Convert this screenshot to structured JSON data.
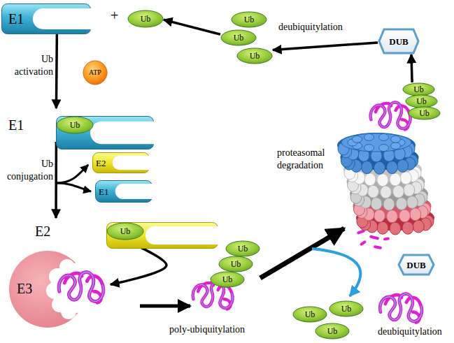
{
  "diagram": {
    "nodes": [
      {
        "text": [
          "E1"
        ]
      },
      {
        "text": [
          "Ub"
        ]
      },
      {
        "text": [
          "Ub"
        ]
      },
      {
        "text": [
          "Ub"
        ]
      },
      {
        "text": [
          "Ub"
        ]
      },
      {
        "text": [
          "DUB"
        ]
      },
      {
        "text": [
          "ATP"
        ]
      },
      {
        "text": [
          "E1"
        ]
      },
      {
        "text": [
          "Ub"
        ],
        "in": 7
      },
      {
        "text": [
          "E2"
        ]
      },
      {
        "text": [
          "E1"
        ]
      },
      {
        "text": [
          "E2"
        ]
      },
      {
        "text": [
          "Ub"
        ],
        "in": 11
      },
      {
        "text": [
          "E3"
        ]
      },
      {
        "text": [
          "Ub"
        ]
      },
      {
        "text": [
          "Ub"
        ]
      },
      {
        "text": [
          "Ub"
        ]
      },
      {
        "text": [
          "Ub"
        ]
      },
      {
        "text": [
          "Ub"
        ]
      },
      {
        "text": [
          "Ub"
        ]
      },
      {
        "text": [
          "DUB"
        ]
      },
      {
        "text": [
          "Ub"
        ]
      },
      {
        "text": [
          "Ub"
        ]
      },
      {
        "text": [
          "Ub"
        ]
      }
    ],
    "edges": [
      {
        "from": 0,
        "to": 7,
        "arrow": "to"
      },
      {
        "from": 7,
        "to": 11,
        "arrow": "to"
      },
      {
        "from": 12,
        "to": 13,
        "arrow": "to"
      },
      {
        "from": 3,
        "to": 1,
        "arrow": "to"
      },
      {
        "from": 5,
        "to": 4,
        "arrow": "to"
      },
      {
        "from": 17,
        "to": 5,
        "arrow": "to"
      }
    ],
    "labels": [
      "+",
      "deubiquitylation",
      "Ub activation",
      "Ub conjugation",
      "poly-ubiquitylation",
      "proteasomal degradation",
      "deubiquitylation"
    ]
  }
}
